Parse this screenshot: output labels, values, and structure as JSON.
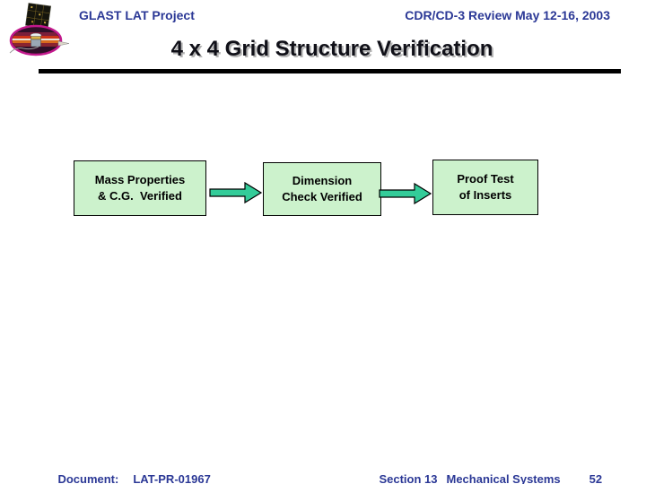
{
  "logo": {
    "name": "glast-mission-logo"
  },
  "header": {
    "project": "GLAST LAT Project",
    "review": "CDR/CD-3 Review May 12-16, 2003"
  },
  "title": "4 x 4 Grid Structure Verification",
  "diagram": {
    "boxes": [
      {
        "line1": "Mass Properties",
        "line2": "& C.G.  Verified"
      },
      {
        "line1": "Dimension",
        "line2": "Check Verified"
      },
      {
        "line1": "Proof Test",
        "line2": "of Inserts"
      }
    ]
  },
  "footer": {
    "document_label": "Document:",
    "document_number": "LAT-PR-01967",
    "section": "Section 13",
    "section_title": "Mechanical Systems",
    "page_number": "52"
  },
  "colors": {
    "heading_navy": "#2B3896",
    "title_text": "#101018",
    "box_fill": "#CCF2CC",
    "box_border": "#000000",
    "arrow_fill": "#33CC99",
    "divider": "#000000",
    "background": "#FFFFFF"
  }
}
